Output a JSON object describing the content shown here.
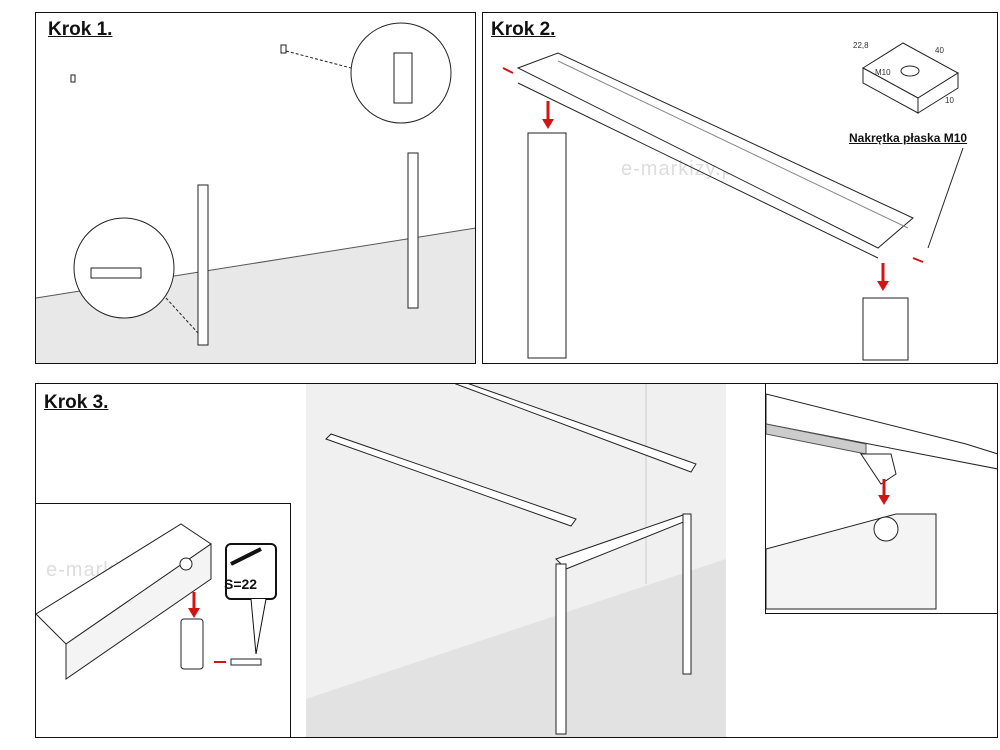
{
  "steps": [
    {
      "title": "Krok 1."
    },
    {
      "title": "Krok 2.",
      "nut_label": "Nakrętka płaska M10",
      "dims": {
        "width": "22,8",
        "length": "40",
        "thread": "M10",
        "height": "10"
      }
    },
    {
      "title": "Krok 3.",
      "wrench_label": "S=22"
    }
  ],
  "watermark": "e-markizy.pl",
  "colors": {
    "arrow": "#d21414",
    "line": "#222222",
    "floor": "#e6e6e6"
  }
}
